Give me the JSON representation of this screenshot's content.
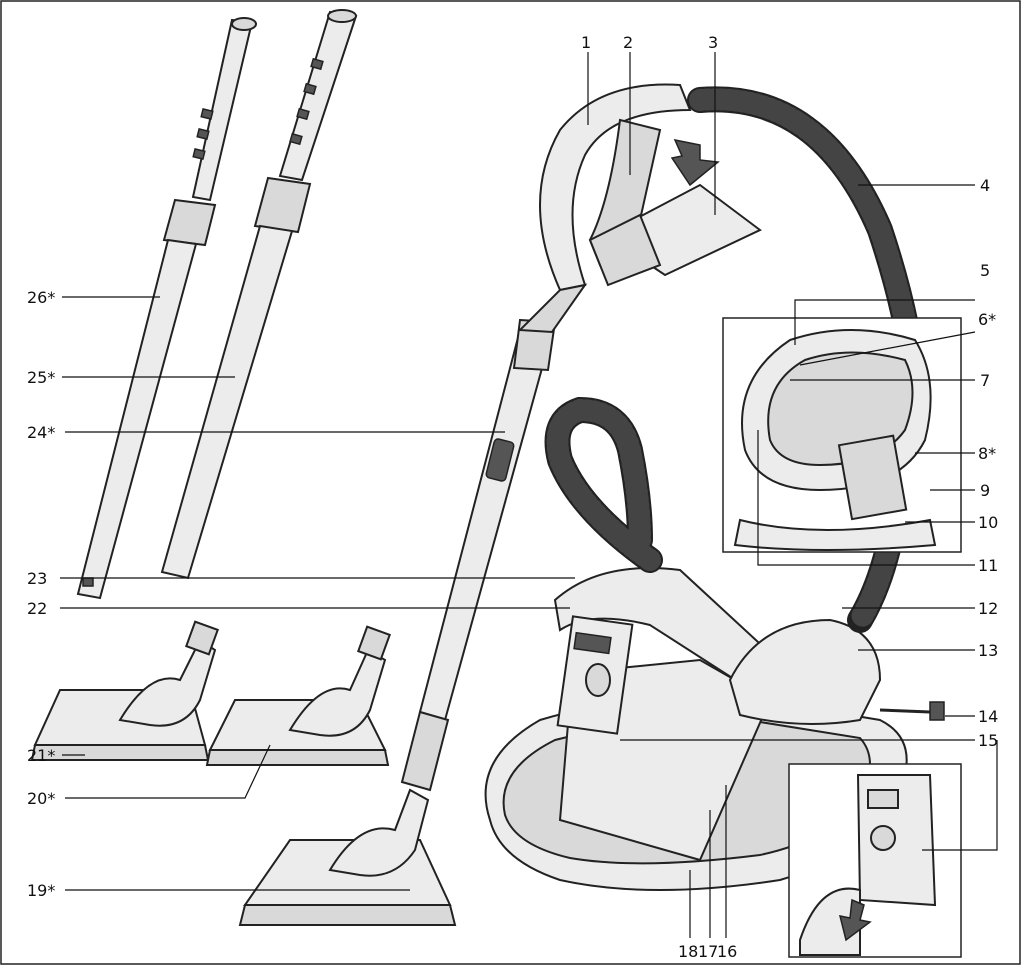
{
  "labels": [
    {
      "id": "1",
      "text": "1"
    },
    {
      "id": "2",
      "text": "2"
    },
    {
      "id": "3",
      "text": "3"
    },
    {
      "id": "4",
      "text": "4"
    },
    {
      "id": "5",
      "text": "5"
    },
    {
      "id": "6",
      "text": "6*"
    },
    {
      "id": "7",
      "text": "7"
    },
    {
      "id": "8",
      "text": "8*"
    },
    {
      "id": "9",
      "text": "9"
    },
    {
      "id": "10",
      "text": "10"
    },
    {
      "id": "11",
      "text": "11"
    },
    {
      "id": "12",
      "text": "12"
    },
    {
      "id": "13",
      "text": "13"
    },
    {
      "id": "14",
      "text": "14"
    },
    {
      "id": "15a",
      "text": "15"
    },
    {
      "id": "15b",
      "text": "15"
    },
    {
      "id": "16",
      "text": "16"
    },
    {
      "id": "17",
      "text": "17"
    },
    {
      "id": "18",
      "text": "18"
    },
    {
      "id": "19",
      "text": "19*"
    },
    {
      "id": "20",
      "text": "20*"
    },
    {
      "id": "21",
      "text": "21*"
    },
    {
      "id": "22",
      "text": "22"
    },
    {
      "id": "23",
      "text": "23"
    },
    {
      "id": "24",
      "text": "24*"
    },
    {
      "id": "25",
      "text": "25*"
    },
    {
      "id": "26",
      "text": "26*"
    }
  ]
}
